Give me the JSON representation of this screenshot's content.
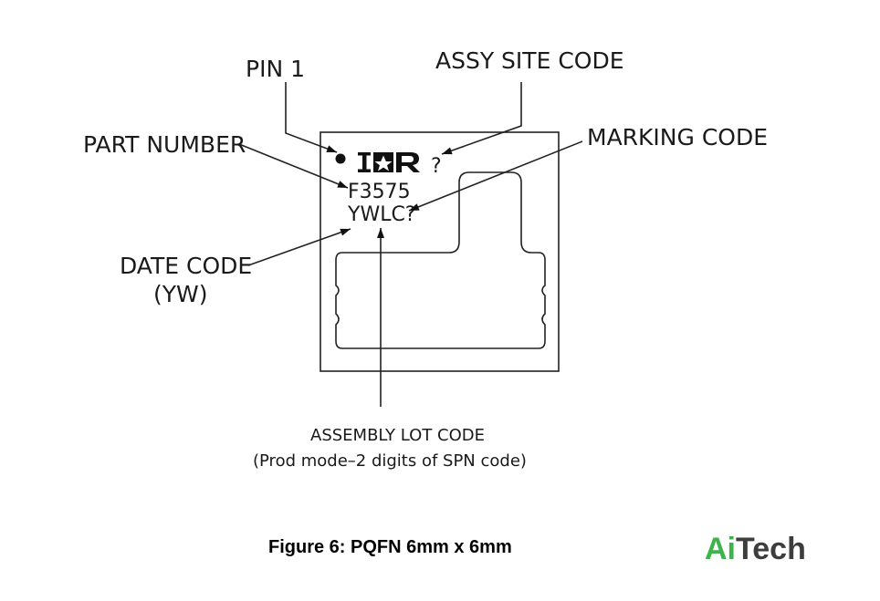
{
  "labels": {
    "pin1": "PIN 1",
    "assy_site_code": "ASSY SITE CODE",
    "part_number": "PART NUMBER",
    "marking_code": "MARKING CODE",
    "date_code": "DATE CODE",
    "date_code_sub": "(YW)",
    "assembly_lot_code": "ASSEMBLY LOT CODE",
    "assembly_lot_code_sub": "(Prod mode–2 digits of SPN code)"
  },
  "package_marking": {
    "logo_text": "IR",
    "site_char": "?",
    "part_number": "F3575",
    "date_lot_line": "YWLC?"
  },
  "caption": "Figure 6: PQFN 6mm x 6mm",
  "brand": {
    "part1": "Ai",
    "part2": "Tech",
    "color1": "#3cb44b",
    "color2": "#3d3d3d"
  }
}
